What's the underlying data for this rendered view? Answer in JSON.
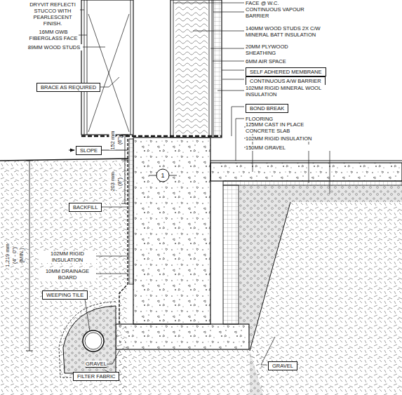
{
  "diagram": {
    "labels": [
      "DRYVIT REFLECTI STUCCO WITH PEARLESCENT FINISH.",
      "16MM GWB FIBERGLASS FACE",
      "89MM WOOD STUDS",
      "BRACE AS REQUIRED",
      "152 mm",
      "(6\")",
      "SLOPE",
      "203 mm",
      "(8\")",
      "1",
      "BACKFILL",
      "1,219 mm",
      "(4' - 0\")",
      "[MIN.]",
      "102MM RIGID INSULATION",
      "10MM DRAINAGE BOARD",
      "WEEPING TILE",
      "GRAVEL",
      "FILTER FABRIC",
      "GRAVEL",
      "FACE @ W.C.",
      "CONTINUOUS VAPOUR BARRIER",
      "140MM WOOD STUDS 2X C/W MINERAL BATT INSULATION",
      "20MM PLYWOOD SHEATHING",
      "6MM AIR SPACE",
      "SELF ADHERED MEMBRANE",
      "CONTINUOUS A/W BARRIER",
      "102MM RIGID MINERAL WOOL INSULATION",
      "BOND BREAK",
      "FLOORING",
      "125MM CAST IN PLACE CONCRETE SLAB",
      "102MM RIGID INSULATION",
      "150MM GRAVEL"
    ]
  }
}
